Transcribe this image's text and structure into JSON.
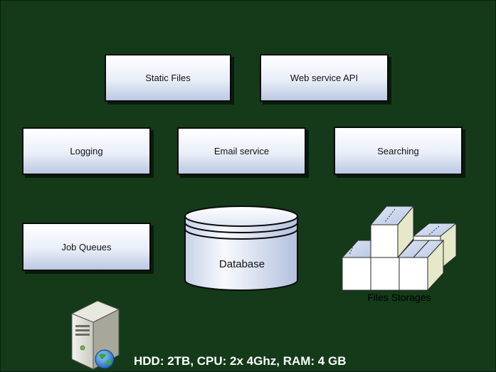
{
  "diagram": {
    "boxes": {
      "static_files": "Static Files",
      "web_service_api": "Web service API",
      "logging": "Logging",
      "email_service": "Email service",
      "searching": "Searching",
      "job_queues": "Job Queues"
    },
    "database_label": "Database",
    "files_storage_label": "Files Storages",
    "server_specs": "HDD: 2TB, CPU: 2x 4Ghz, RAM: 4 GB"
  },
  "colors": {
    "background": "#143a1a",
    "box_fill_top": "#ffffff",
    "box_fill_bottom": "#bcc9e2",
    "specs_text": "#ffffff"
  },
  "icons": {
    "database": "database-cylinder-icon",
    "files_storage": "stacked-boxes-icon",
    "server": "server-tower-with-globe-icon"
  }
}
